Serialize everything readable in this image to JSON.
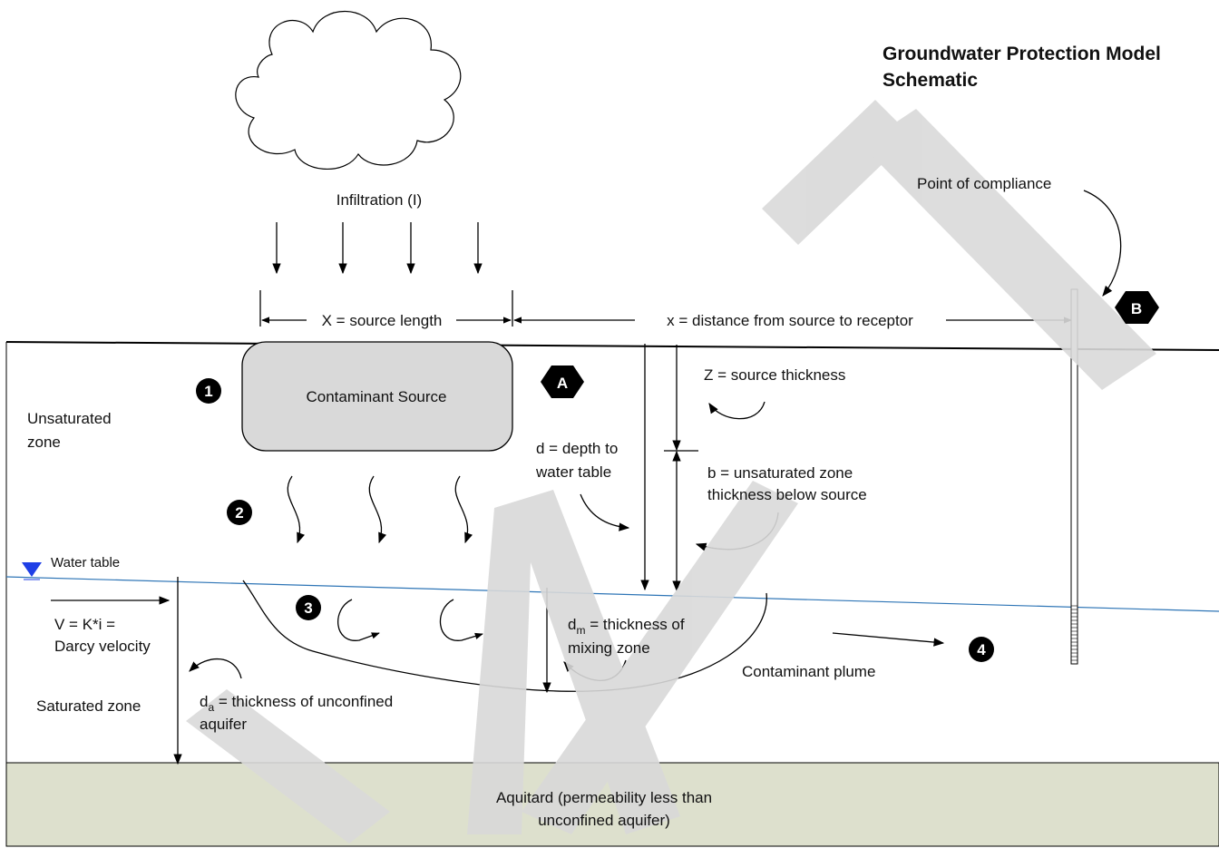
{
  "title": {
    "line1": "Groundwater Protection Model",
    "line2": "Schematic"
  },
  "watermark": "DRAFT",
  "labels": {
    "infiltration": "Infiltration (I)",
    "source_length": "X = source length",
    "distance_to_receptor": "x = distance from source to receptor",
    "point_of_compliance": "Point of compliance",
    "contaminant_source": "Contaminant Source",
    "unsaturated_zone_1": "Unsaturated",
    "unsaturated_zone_2": "zone",
    "source_thickness": "Z = source thickness",
    "depth_to_water_1": "d = depth to",
    "depth_to_water_2": "water table",
    "unsat_thickness_1": "b = unsaturated zone",
    "unsat_thickness_2": "thickness below source",
    "water_table": "Water table",
    "darcy_1": "V = K*i =",
    "darcy_2": "Darcy velocity",
    "mixing_zone_d": "d",
    "mixing_zone_sub": "m",
    "mixing_zone_1": " = thickness of",
    "mixing_zone_2": "mixing zone",
    "contaminant_plume": "Contaminant plume",
    "saturated_zone": "Saturated zone",
    "aquifer_d": "d",
    "aquifer_sub": "a",
    "aquifer_1": " = thickness of unconfined",
    "aquifer_2": "aquifer",
    "aquitard_1": "Aquitard (permeability less than",
    "aquitard_2": "unconfined aquifer)"
  },
  "markers": {
    "step1": "1",
    "step2": "2",
    "step3": "3",
    "step4": "4",
    "point_a": "A",
    "point_b": "B"
  },
  "colors": {
    "aquitard": "#dde0cd",
    "source_fill": "#d9d9d9",
    "water_table_line": "#2e75b6",
    "water_table_marker": "#1f3fe6",
    "watermark": "#d9d9d9"
  }
}
